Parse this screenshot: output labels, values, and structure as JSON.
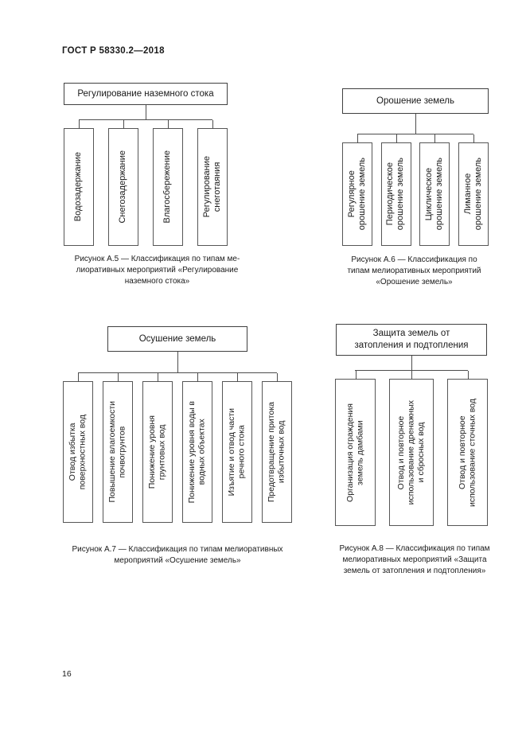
{
  "page": {
    "header": "ГОСТ Р 58330.2—2018",
    "page_number": "16"
  },
  "colors": {
    "line": "#4d4d4d",
    "text": "#1a1a1a",
    "background": "#ffffff"
  },
  "diagrams": {
    "a5": {
      "title": "Регулирование наземного стока",
      "children": [
        "Водозадержание",
        "Снегозадержание",
        "Влагосбережение",
        "Регулирование\nснеготаяния"
      ],
      "caption": "Рисунок А.5 — Классификация по типам ме-\nлиоративных мероприятий «Регулирование\nназемного стока»"
    },
    "a6": {
      "title": "Орошение земель",
      "children": [
        "Регулярное\nорошение земель",
        "Периодическое\nорошение земель",
        "Циклическое\nорошение земель",
        "Лиманное\nорошение земель"
      ],
      "caption": "Рисунок А.6 — Классификация по\nтипам мелиоративных мероприятий\n«Орошение земель»"
    },
    "a7": {
      "title": "Осушение земель",
      "children": [
        "Отвод избытка\nповерхностных вод",
        "Повышение влагоемкости\nпочвогрунтов",
        "Понижение уровня\nгрунтовых вод",
        "Понижение уровня воды в\nводных объектах",
        "Изъятие и отвод части\nречного стока",
        "Предотвращение притока\nизбыточных вод"
      ],
      "caption": "Рисунок А.7 — Классификация по типам мелиоративных\nмероприятий «Осушение земель»"
    },
    "a8": {
      "title": "Защита земель от\nзатопления и подтопления",
      "children": [
        "Организация ограждения\nземель дамбами",
        "Отвод и повторное\nиспользование дренажных\nи сбросных вод",
        "Отвод и повторное\nиспользование сточных вод"
      ],
      "caption": "Рисунок А.8 — Классификация по типам\nмелиоративных мероприятий «Защита\nземель от затопления и подтопления»"
    }
  }
}
